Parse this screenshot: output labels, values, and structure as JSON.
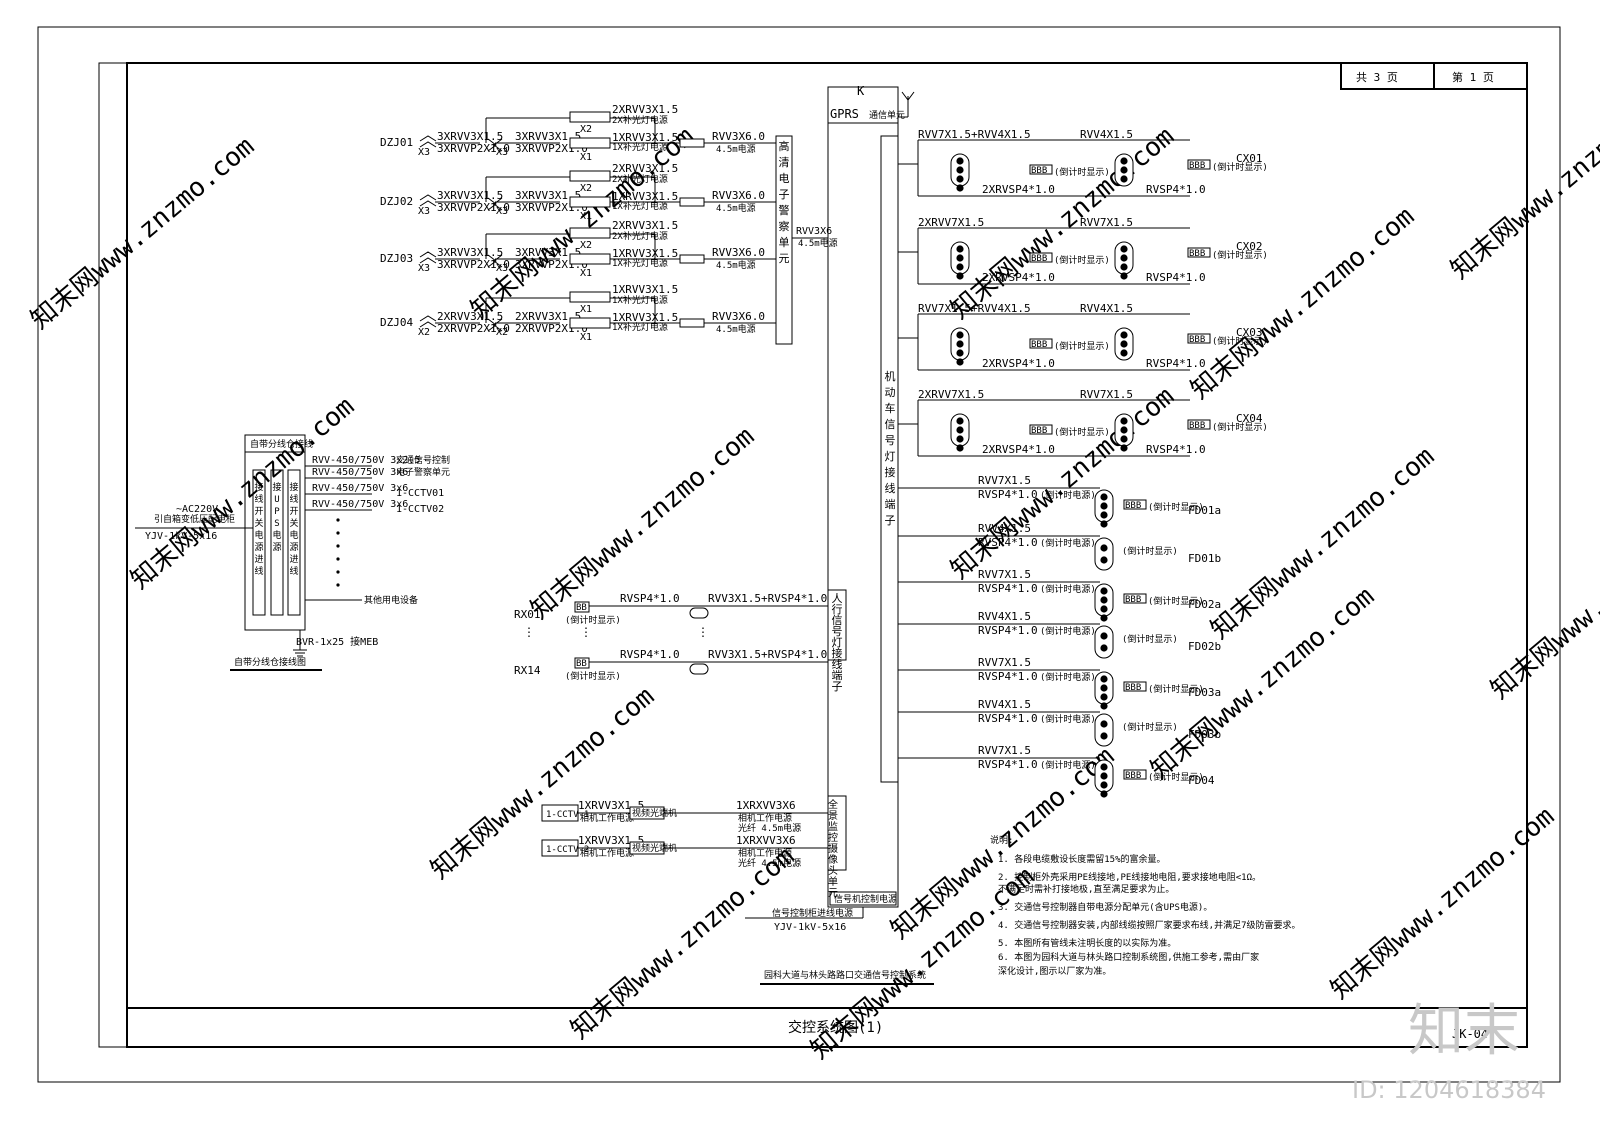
{
  "sheet": {
    "total_pages": "共 3 页",
    "page_no": "第 1 页",
    "title": "交控系统图(1)",
    "drawing_no": "JK-04",
    "system_name": "园科大道与林头路路口交通信号控制系统"
  },
  "brand": {
    "logo_text": "知末",
    "id_text": "ID: 1204618384",
    "watermark": "知末网www.znzmo.com"
  },
  "controller": {
    "top_label": "K",
    "gprs_label": "GPRS",
    "gprs_sub": "通信单元",
    "bottom_label": "信号机控制电源"
  },
  "terminals": {
    "vehicle": "机动车信号灯接线端子",
    "police": "高清电子警察单元",
    "police_cable": "RVV3X6",
    "police_cable_sub": "4.5m电源",
    "ped": "人行信号灯接线端子",
    "cctv": "全景监控摄像头单元"
  },
  "dzj": [
    {
      "id": "DZJ01",
      "top": "3XRVV3X1.5",
      "bot": "3XRVVP2X1.0",
      "xa": "X3",
      "m1": "3XRVV3X1.5",
      "m2": "3XRVVP2X1.0",
      "xb": "X3",
      "r1": "2XRVV3X1.5",
      "r1s": "2X补光灯电源",
      "x2": "X2",
      "r2": "1XRVV3X1.5",
      "r2s": "1X补光灯电源",
      "x1": "X1",
      "out": "RVV3X6.0",
      "outs": "4.5m电源"
    },
    {
      "id": "DZJ02",
      "top": "3XRVV3X1.5",
      "bot": "3XRVVP2X1.0",
      "xa": "X3",
      "m1": "3XRVV3X1.5",
      "m2": "3XRVVP2X1.0",
      "xb": "X3",
      "r1": "2XRVV3X1.5",
      "r1s": "2X补光灯电源",
      "x2": "X2",
      "r2": "1XRVV3X1.5",
      "r2s": "1X补光灯电源",
      "x1": "X1",
      "out": "RVV3X6.0",
      "outs": "4.5m电源"
    },
    {
      "id": "DZJ03",
      "top": "3XRVV3X1.5",
      "bot": "3XRVVP2X1.0",
      "xa": "X3",
      "m1": "3XRVV3X1.5",
      "m2": "3XRVVP2X1.0",
      "xb": "X3",
      "r1": "2XRVV3X1.5",
      "r1s": "2X补光灯电源",
      "x2": "X2",
      "r2": "1XRVV3X1.5",
      "r2s": "1X补光灯电源",
      "x1": "X1",
      "out": "RVV3X6.0",
      "outs": "4.5m电源"
    },
    {
      "id": "DZJ04",
      "top": "2XRVV3X1.5",
      "bot": "2XRVVP2X1.0",
      "xa": "X2",
      "m1": "2XRVV3X1.5",
      "m2": "2XRVVP2X1.0",
      "xb": "X2",
      "r1": "1XRVV3X1.5",
      "r1s": "1X补光灯电源",
      "x2": "X1",
      "r2": "1XRVV3X1.5",
      "r2s": "1X补光灯电源",
      "x1": "X1",
      "out": "RVV3X6.0",
      "outs": "4.5m电源"
    }
  ],
  "cx": [
    {
      "id": "CX01",
      "c1": "RVV7X1.5+RVV4X1.5",
      "c2": "RVV4X1.5",
      "c3": "2XRVSP4*1.0",
      "c4": "RVSP4*1.0",
      "bb": "BBB",
      "bbs": "(倒计时显示)"
    },
    {
      "id": "CX02",
      "c1": "2XRVV7X1.5",
      "c2": "RVV7X1.5",
      "c3": "2XRVSP4*1.0",
      "c4": "RVSP4*1.0",
      "bb": "BBB",
      "bbs": "(倒计时显示)"
    },
    {
      "id": "CX03",
      "c1": "RVV7X1.5+RVV4X1.5",
      "c2": "RVV4X1.5",
      "c3": "2XRVSP4*1.0",
      "c4": "RVSP4*1.0",
      "bb": "BBB",
      "bbs": "(倒计时显示)"
    },
    {
      "id": "CX04",
      "c1": "2XRVV7X1.5",
      "c2": "RVV7X1.5",
      "c3": "2XRVSP4*1.0",
      "c4": "RVSP4*1.0",
      "bb": "BBB",
      "bbs": "(倒计时显示)"
    }
  ],
  "fd": [
    {
      "id": "FD01a",
      "c1": "RVV7X1.5",
      "c2": "RVSP4*1.0",
      "c2s": "(倒计时电源)",
      "bb": "BBB",
      "bbs": "(倒计时显示)"
    },
    {
      "id": "FD01b",
      "c1": "RVV4X1.5",
      "c2": "RVSP4*1.0",
      "c2s": "(倒计时电源)",
      "bb": "",
      "bbs": "(倒计时显示)"
    },
    {
      "id": "FD02a",
      "c1": "RVV7X1.5",
      "c2": "RVSP4*1.0",
      "c2s": "(倒计时电源)",
      "bb": "BBB",
      "bbs": "(倒计时显示)"
    },
    {
      "id": "FD02b",
      "c1": "RVV4X1.5",
      "c2": "RVSP4*1.0",
      "c2s": "(倒计时电源)",
      "bb": "",
      "bbs": "(倒计时显示)"
    },
    {
      "id": "FD03a",
      "c1": "RVV7X1.5",
      "c2": "RVSP4*1.0",
      "c2s": "(倒计时电源)",
      "bb": "BBB",
      "bbs": "(倒计时显示)"
    },
    {
      "id": "FD03b",
      "c1": "RVV4X1.5",
      "c2": "RVSP4*1.0",
      "c2s": "(倒计时电源)",
      "bb": "",
      "bbs": "(倒计时显示)"
    },
    {
      "id": "FD04",
      "c1": "RVV7X1.5",
      "c2": "RVSP4*1.0",
      "c2s": "(倒计时电源)",
      "bb": "BBB",
      "bbs": "(倒计时显示)"
    }
  ],
  "rx": {
    "first": "RX01",
    "last": "RX14",
    "cable_l": "RVSP4*1.0",
    "cable_r": "RVV3X1.5+RVSP4*1.0",
    "bb": "BB",
    "bbs": "(倒计时显示)"
  },
  "cctv": [
    {
      "id": "1-CCTV-1",
      "c1": "1XRVV3X1.5",
      "c1s": "相机工作电源",
      "dev": "视频光端机",
      "c2": "1XRXVV3X6",
      "c2s": "相机工作电源",
      "c2s2": "光纤 4.5m电源"
    },
    {
      "id": "1-CCTV-2",
      "c1": "1XRVV3X1.5",
      "c1s": "相机工作电源",
      "dev": "视频光端机",
      "c2": "1XRXVV3X6",
      "c2s": "相机工作电源",
      "c2s2": "光纤 4.5m电源"
    }
  ],
  "power_main": {
    "sub": "信号控制柜进线电源",
    "cable": "YJV-1kV-5x16"
  },
  "cabinet": {
    "title": "自带分线仓接线",
    "voltage": "~AC220V",
    "voltage_sub": "引自箱变低压配电柜",
    "cable_in": "YJV-1kV-5x16",
    "col1": "接线开关电源进线",
    "col2": "接UPS电源",
    "col3": "接线开关电源进线",
    "outs": [
      {
        "c": "RVV-450/750V 3x2.5",
        "d": "交通信号控制",
        "n": ""
      },
      {
        "c": "RVV-450/750V 3x6",
        "d": "电子警察单元",
        "n": ""
      },
      {
        "c": "RVV-450/750V 3x6",
        "d": "",
        "n": "1-CCTV01"
      },
      {
        "c": "RVV-450/750V 3x6",
        "d": "",
        "n": "1-CCTV02"
      }
    ],
    "spare": "其他用电设备",
    "ground": "BVR-1x25 接MEB",
    "caption": "自带分线仓接线图"
  },
  "notes": {
    "title": "说明:",
    "items": [
      "1. 各段电缆敷设长度需留15%的富余量。",
      "2. 控制柜外壳采用PE线接地,PE线接地电阻,要求接地电阻<1Ω。",
      "   不满足时需补打接地极,直至满足要求为止。",
      "3. 交通信号控制器自带电源分配单元(含UPS电源)。",
      "4. 交通信号控制器安装,内部线缆按照厂家要求布线,并满足7级防雷要求。",
      "5. 本图所有管线未注明长度的以实际为准。",
      "6. 本图为园科大道与林头路口控制系统图,供施工参考,需由厂家",
      "   深化设计,图示以厂家为准。"
    ]
  }
}
